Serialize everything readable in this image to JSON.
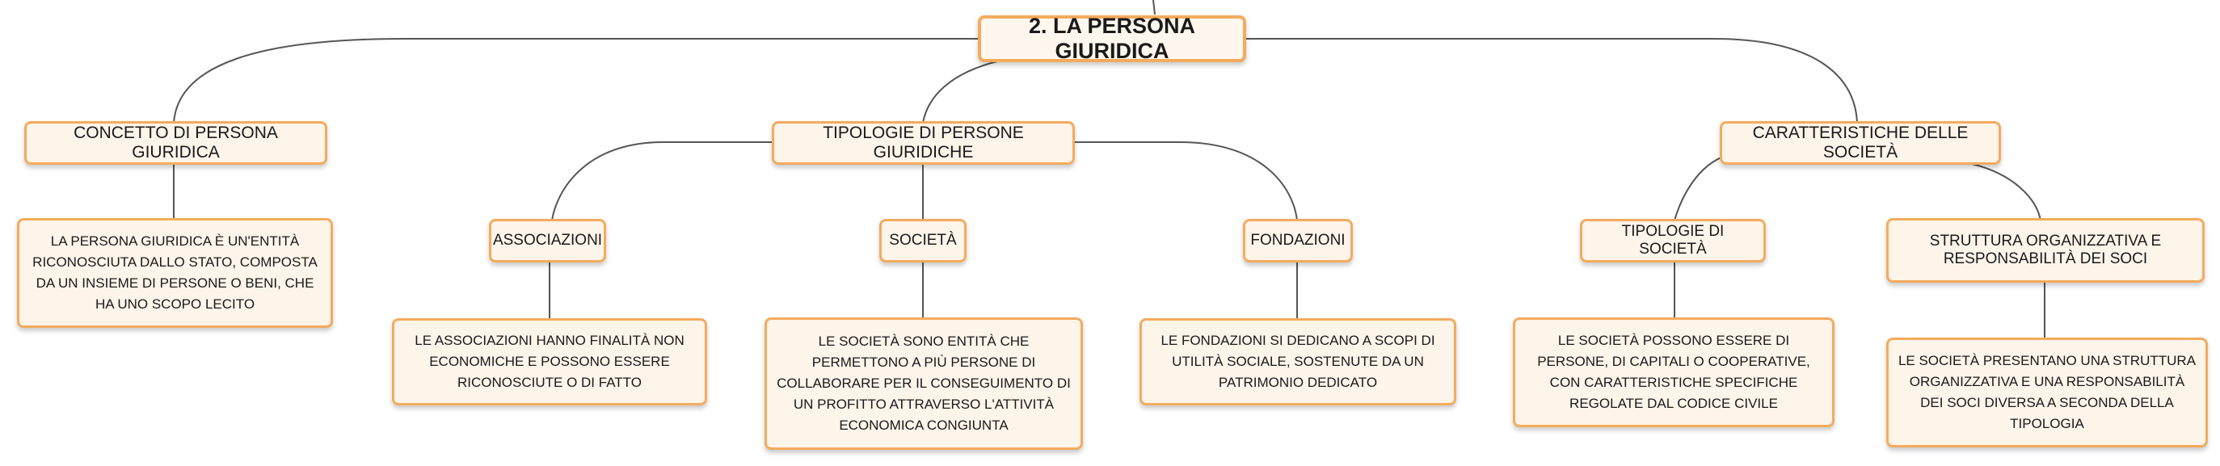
{
  "root": {
    "label": "2. LA PERSONA GIURIDICA"
  },
  "branches": {
    "concetto": {
      "label": "CONCETTO DI PERSONA GIURIDICA",
      "text": "LA PERSONA GIURIDICA È UN'ENTITÀ RICONOSCIUTA DALLO STATO, COMPOSTA DA UN INSIEME DI PERSONE O BENI, CHE HA UNO SCOPO LECITO"
    },
    "tipologie": {
      "label": "TIPOLOGIE DI PERSONE GIURIDICHE",
      "children": {
        "associazioni": {
          "label": "ASSOCIAZIONI",
          "text": "LE ASSOCIAZIONI HANNO FINALITÀ NON ECONOMICHE E POSSONO ESSERE RICONOSCIUTE O DI FATTO"
        },
        "societa": {
          "label": "SOCIETÀ",
          "text": "LE SOCIETÀ SONO ENTITÀ CHE PERMETTONO A PIÙ PERSONE DI COLLABORARE PER IL CONSEGUIMENTO DI UN PROFITTO ATTRAVERSO L'ATTIVITÀ ECONOMICA CONGIUNTA"
        },
        "fondazioni": {
          "label": "FONDAZIONI",
          "text": "LE FONDAZIONI SI DEDICANO A SCOPI DI UTILITÀ SOCIALE, SOSTENUTE DA UN PATRIMONIO DEDICATO"
        }
      }
    },
    "caratteristiche": {
      "label": "CARATTERISTICHE DELLE SOCIETÀ",
      "children": {
        "tipologie_societa": {
          "label": "TIPOLOGIE DI SOCIETÀ",
          "text": "LE SOCIETÀ POSSONO ESSERE DI PERSONE, DI CAPITALI O COOPERATIVE, CON CARATTERISTICHE SPECIFICHE REGOLATE DAL CODICE CIVILE"
        },
        "struttura": {
          "label": "STRUTTURA ORGANIZZATIVA E RESPONSABILITÀ DEI SOCI",
          "text": "LE SOCIETÀ PRESENTANO UNA STRUTTURA ORGANIZZATIVA E UNA RESPONSABILITÀ DEI SOCI DIVERSA A SECONDA DELLA TIPOLOGIA"
        }
      }
    }
  }
}
